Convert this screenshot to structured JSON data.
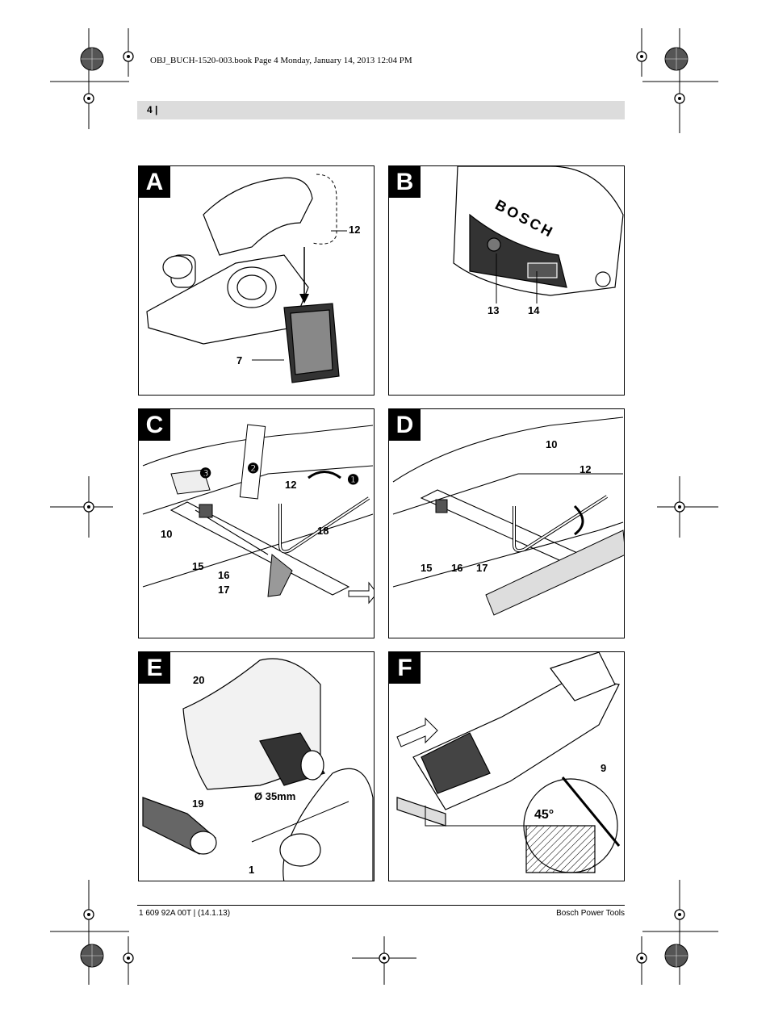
{
  "print_line": "OBJ_BUCH-1520-003.book  Page 4  Monday, January 14, 2013  12:04 PM",
  "header": {
    "page_number": "4 |"
  },
  "panels": {
    "A": {
      "letter": "A",
      "callouts": {
        "c12": "12",
        "c7": "7"
      }
    },
    "B": {
      "letter": "B",
      "brand": "BOSCH",
      "callouts": {
        "c13": "13",
        "c14": "14"
      }
    },
    "C": {
      "letter": "C",
      "steps": {
        "s1": "❶",
        "s2": "❷",
        "s3": "❸"
      },
      "callouts": {
        "c12": "12",
        "c10": "10",
        "c18": "18",
        "c15": "15",
        "c16": "16",
        "c17": "17"
      }
    },
    "D": {
      "letter": "D",
      "callouts": {
        "c10": "10",
        "c12": "12",
        "c15": "15",
        "c16": "16",
        "c17": "17"
      }
    },
    "E": {
      "letter": "E",
      "callouts": {
        "c20": "20",
        "c19": "19",
        "c1": "1"
      },
      "diameter": "Ø 35mm"
    },
    "F": {
      "letter": "F",
      "callouts": {
        "c9": "9"
      },
      "angle": "45°"
    }
  },
  "footer": {
    "left": "1 609 92A 00T | (14.1.13)",
    "right": "Bosch Power Tools"
  }
}
